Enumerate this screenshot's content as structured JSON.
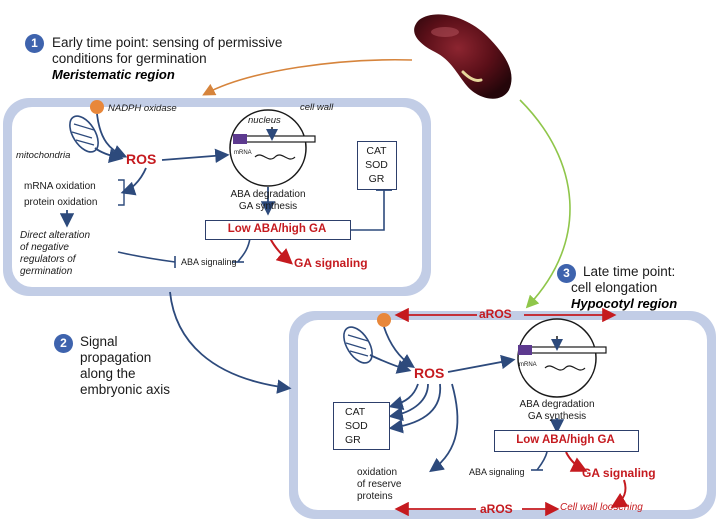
{
  "steps": {
    "one": {
      "number": "1",
      "line1": "Early time point: sensing of permissive",
      "line2": "conditions for germination",
      "region": "Meristematic region"
    },
    "two": {
      "number": "2",
      "line1": "Signal",
      "line2": "propagation",
      "line3": "along the",
      "line4": "embryonic axis"
    },
    "three": {
      "number": "3",
      "line1": "Late time point:",
      "line2": "cell elongation",
      "region": "Hypocotyl region"
    }
  },
  "cell1": {
    "nadph_oxidase": "NADPH oxidase",
    "cell_wall": "cell wall",
    "mitochondria": "mitochondria",
    "ros": "ROS",
    "nucleus": "nucleus",
    "mrna": "mRNA",
    "mrna_oxidation": "mRNA oxidation",
    "protein_oxidation": "protein oxidation",
    "direct_alteration": [
      "Direct alteration",
      "of negative",
      "regulators of",
      "germination"
    ],
    "aba_degradation": "ABA degradation",
    "ga_synthesis": "GA synthesis",
    "low_aba_high_ga": "Low ABA/high GA",
    "aba_signaling": "ABA signaling",
    "ga_signaling": "GA signaling",
    "antioxidants": [
      "CAT",
      "SOD",
      "GR"
    ]
  },
  "cell2": {
    "aros_top": "aROS",
    "aros_bottom": "aROS",
    "ros": "ROS",
    "mrna": "mRNA",
    "antioxidants": [
      "CAT",
      "SOD",
      "GR"
    ],
    "aba_degradation": "ABA degradation",
    "ga_synthesis": "GA synthesis",
    "low_aba_high_ga": "Low ABA/high GA",
    "aba_signaling": "ABA signaling",
    "ga_signaling": "GA signaling",
    "oxidation": [
      "oxidation",
      "of reserve",
      "proteins"
    ],
    "cell_wall_loosening": "Cell wall loosening"
  },
  "colors": {
    "cell_border": "#c2cde6",
    "arrow_dark": "#2d4a7c",
    "red": "#c51a1f",
    "orange_arrow": "#d6843c",
    "green_arrow": "#8fc64a",
    "step_badge": "#3e63ad",
    "oxidase_dot": "#e8873a"
  }
}
